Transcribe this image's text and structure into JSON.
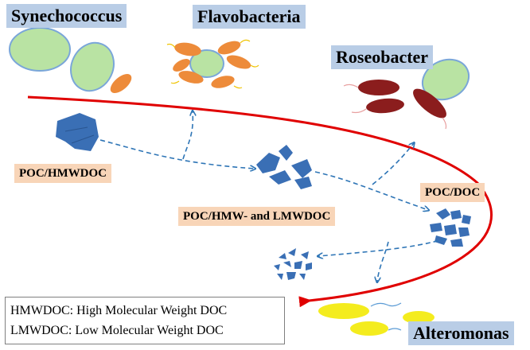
{
  "taxa": {
    "synechococcus": "Synechococcus",
    "flavobacteria": "Flavobacteria",
    "roseobacter": "Roseobacter",
    "alteromonas": "Alteromonas"
  },
  "pools": {
    "poc_hmwdoc": "POC/HMWDOC",
    "poc_hmw_lmwdoc": "POC/HMW- and LMWDOC",
    "poc_doc": "POC/DOC"
  },
  "legend": {
    "line1": "HMWDOC: High Molecular Weight DOC",
    "line2": "LMWDOC:  Low Molecular Weight DOC"
  },
  "colors": {
    "taxon_label_bg": "#b9cde6",
    "pool_label_bg": "#f8d5b8",
    "succession_arrow": "#e00000",
    "flux_arrow": "#2e75b6",
    "particle": "#3a6fb5",
    "synechococcus_cell": "#b9e3a3",
    "cell_outline": "#7aa6d9",
    "flavobacteria_rod": "#ed8b3a",
    "roseobacter_rod": "#8b1d1d",
    "alteromonas_cell": "#f4ec1e",
    "flagellum": "#e8a0a0"
  }
}
